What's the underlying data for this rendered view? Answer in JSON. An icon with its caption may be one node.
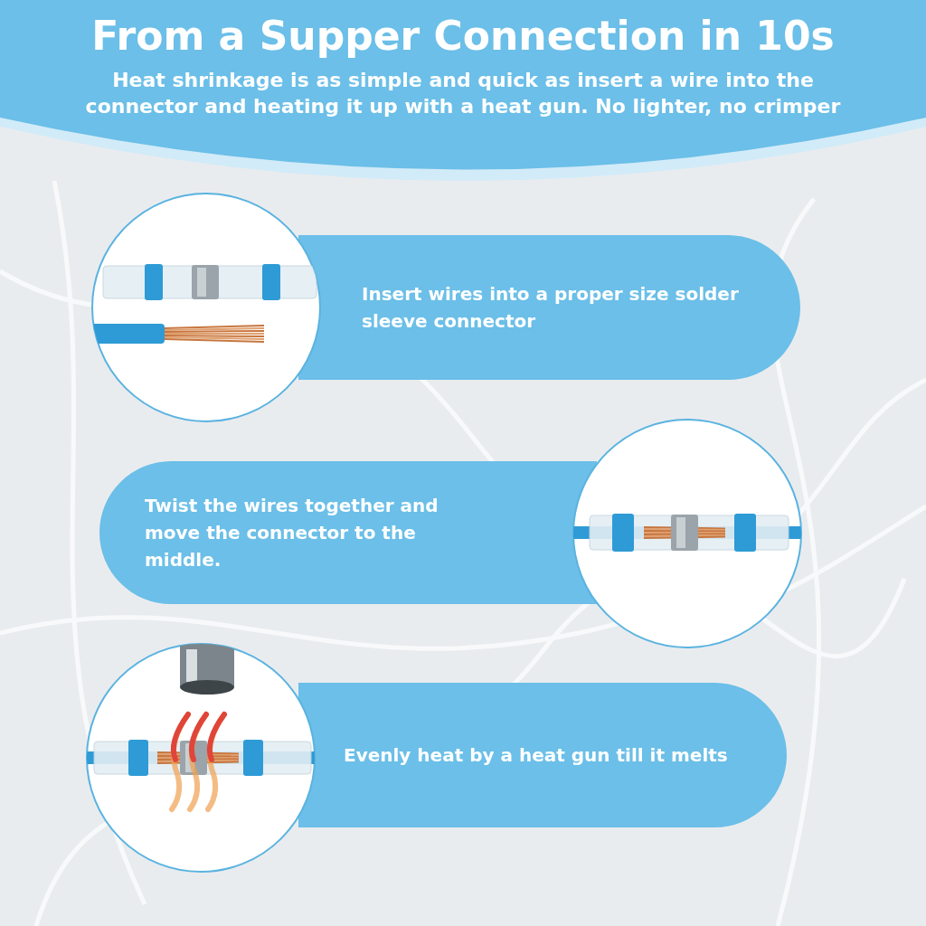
{
  "diagram": {
    "title": "From a Supper Connection in 10s",
    "nodes": [
      {
        "text": [],
        "shape": "picture"
      },
      {
        "text": [
          "Insert wires into a proper size solder sleeve connector"
        ]
      },
      {
        "text": [
          "Twist the wires together and move the connector to the middle."
        ]
      },
      {
        "text": [],
        "shape": "picture"
      },
      {
        "text": [],
        "shape": "picture"
      },
      {
        "text": [
          "Evenly heat by a heat gun till it melts"
        ]
      }
    ],
    "edges": [],
    "labels": [
      "Heat shrinkage is as simple and quick as insert a wire into the connector and heating it up with a heat gun. No lighter, no crimper"
    ]
  }
}
